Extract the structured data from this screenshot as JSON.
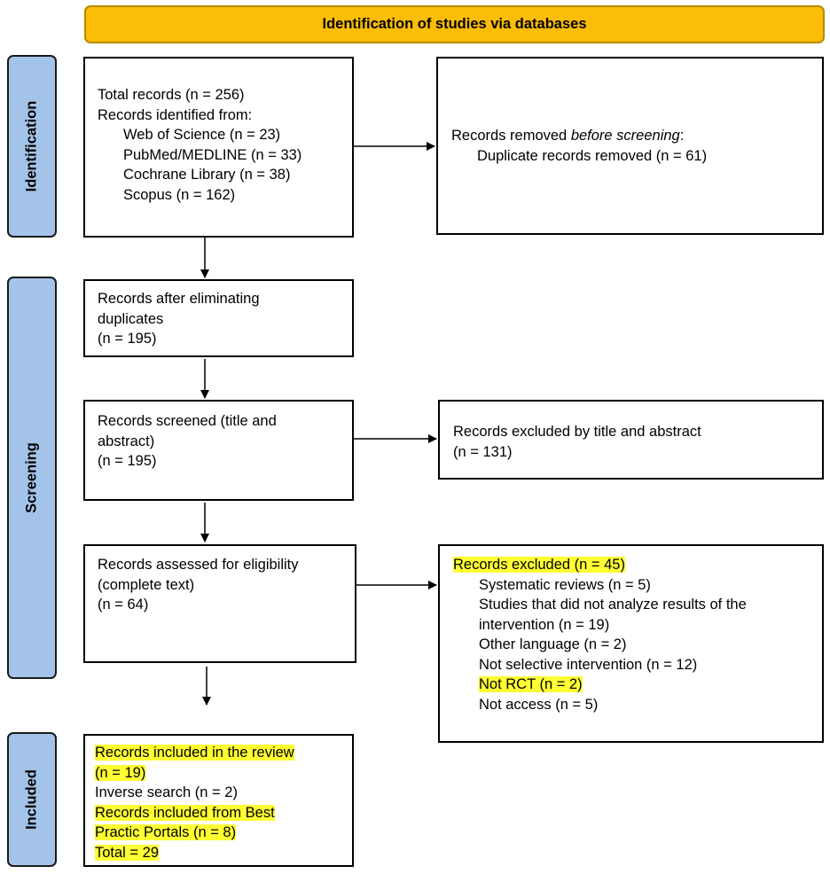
{
  "header": {
    "title": "Identification of studies via databases"
  },
  "phases": {
    "identification": "Identification",
    "screening": "Screening",
    "included": "Included"
  },
  "total_records": {
    "line1": "Total records (n = 256)",
    "line2": "Records identified from:",
    "sources": [
      "Web of Science (n = 23)",
      "PubMed/MEDLINE (n = 33)",
      "Cochrane Library (n = 38)",
      "Scopus (n = 162)"
    ]
  },
  "removed": {
    "prefix": "Records removed ",
    "italic": "before screening",
    "suffix": ":",
    "detail": "Duplicate records removed (n = 61)"
  },
  "after_duplicates": {
    "line1": "Records after eliminating",
    "line2": "duplicates",
    "line3": "(n = 195)"
  },
  "screened": {
    "line1": "Records screened (title and",
    "line2": "abstract)",
    "line3": "(n = 195)"
  },
  "excluded_title": {
    "line1": "Records excluded by title and abstract",
    "line2": "(n = 131)"
  },
  "eligibility": {
    "line1": "Records assessed for eligibility",
    "line2": "(complete text)",
    "line3": "(n = 64)"
  },
  "excluded": {
    "title": "Records excluded (n = 45)",
    "reasons": [
      "Systematic reviews (n = 5)",
      "Studies that did not analyze results of the",
      "intervention (n = 19)",
      "Other language (n = 2)",
      "Not selective intervention (n = 12)",
      "Not RCT (n = 2)",
      "Not access (n = 5)"
    ]
  },
  "included": {
    "line1": "Records included in the review",
    "line2": "(n = 19)",
    "line3": "Inverse search (n = 2)",
    "line4": "Records included from Best",
    "line5": "Practic Portals (n = 8)",
    "line6": "Total = 29"
  },
  "colors": {
    "header": "#fbbd06",
    "phase": "#a4c3e9",
    "highlight": "#ffff33"
  }
}
